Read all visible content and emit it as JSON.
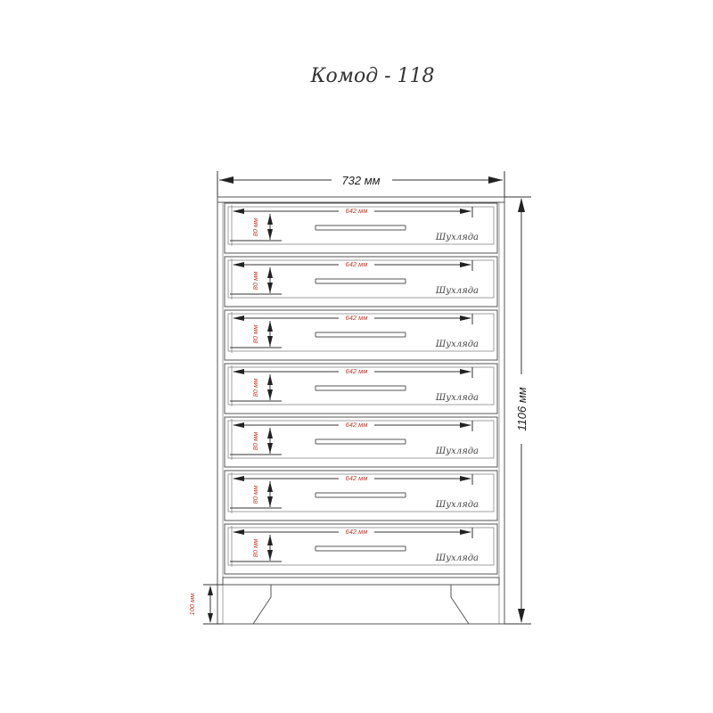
{
  "title": "Комод - 118",
  "dimensions": {
    "overall_width": "732 мм",
    "overall_height": "1106 мм",
    "leg_height": "100 мм"
  },
  "drawers": [
    {
      "label": "Шухляда",
      "width": "642 мм",
      "height": "80 мм"
    },
    {
      "label": "Шухляда",
      "width": "642 мм",
      "height": "80 мм"
    },
    {
      "label": "Шухляда",
      "width": "642 мм",
      "height": "80 мм"
    },
    {
      "label": "Шухляда",
      "width": "642 мм",
      "height": "80 мм"
    },
    {
      "label": "Шухляда",
      "width": "642 мм",
      "height": "80 мм"
    },
    {
      "label": "Шухляда",
      "width": "642 мм",
      "height": "80 мм"
    },
    {
      "label": "Шухляда",
      "width": "642 мм",
      "height": "80 мм"
    }
  ],
  "colors": {
    "dimension_accent": "#c0392b",
    "line": "#555555"
  }
}
